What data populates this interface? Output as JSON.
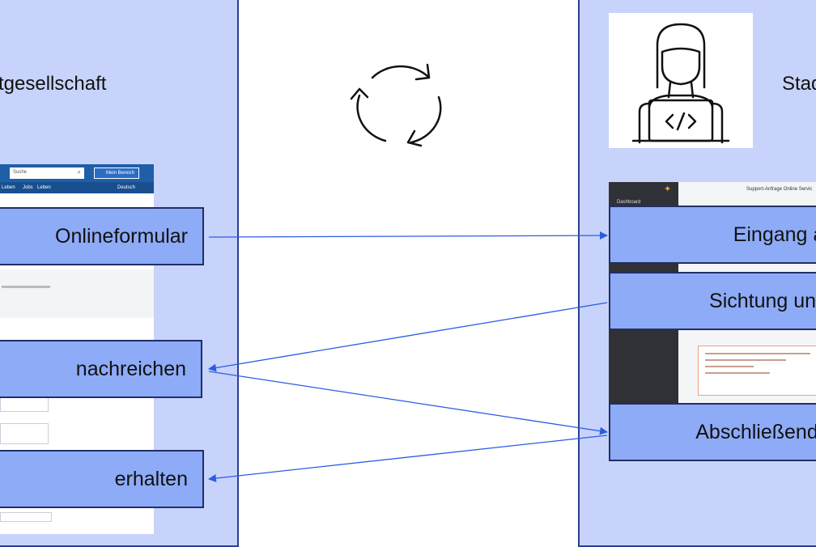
{
  "left_panel": {
    "title": "tgesellschaft",
    "form_screenshot": {
      "search_placeholder": "Suche",
      "account_button": "Mein Bereich",
      "nav_items": [
        "Leben",
        "Jobs",
        "Leben"
      ],
      "language": "Deutsch"
    },
    "boxes": [
      "Onlineformular",
      " nachreichen",
      "erhalten"
    ]
  },
  "right_panel": {
    "title": "Stad",
    "avatar_icon": "developer-woman-icon",
    "app_screenshot": {
      "heading": "Support-Anfrage Online Servic",
      "sidebar_item": "Dashboard"
    },
    "boxes": [
      "Eingang a",
      "Sichtung und",
      "Abschließend"
    ]
  },
  "cycle_icon": "refresh-cycle-icon",
  "colors": {
    "panel_fill": "#c7d3fa",
    "box_fill": "#8eabf7",
    "border": "#1f2f66",
    "arrow": "#2d5be3"
  }
}
